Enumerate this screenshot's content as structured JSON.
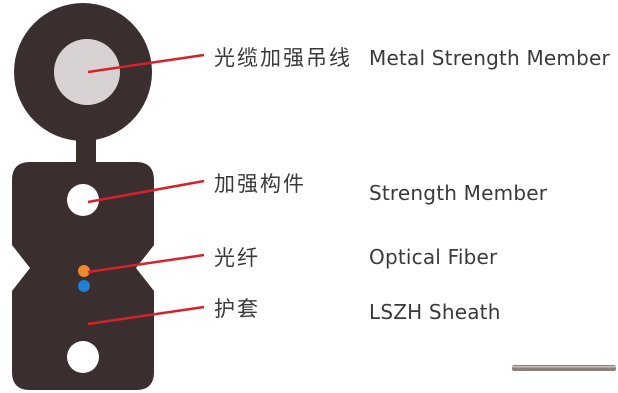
{
  "colors": {
    "sheath": "#3a2e2e",
    "messenger_core": "#d9d2d2",
    "strength_member": "#ffffff",
    "leader_line": "#d8202b",
    "fiber_orange": "#e98b2a",
    "fiber_blue": "#1f7fd0",
    "text": "#3a3a3a",
    "scale_bar": "#8a8079"
  },
  "callouts": [
    {
      "id": "metal-strength-member",
      "cn": "光缆加强吊线",
      "en": "Metal Strength Member"
    },
    {
      "id": "strength-member",
      "cn": "加强构件",
      "en": "Strength Member"
    },
    {
      "id": "optical-fiber",
      "cn": "光纤",
      "en": "Optical Fiber"
    },
    {
      "id": "sheath",
      "cn": "护套",
      "en": "LSZH Sheath"
    }
  ]
}
